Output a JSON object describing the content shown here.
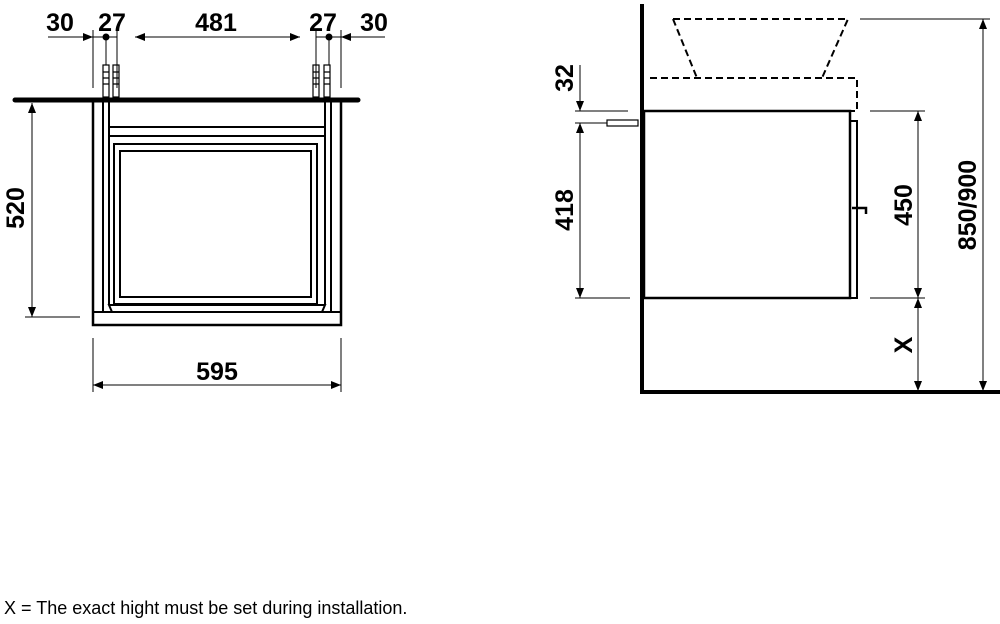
{
  "front_view": {
    "dims_top": [
      "30",
      "27",
      "481",
      "27",
      "30"
    ],
    "height": "520",
    "width": "595"
  },
  "side_view": {
    "top_offset": "32",
    "anchor_height": "418",
    "cabinet_height": "450",
    "floor_gap": "X",
    "total_height": "850/900"
  },
  "footnote": "X = The exact hight must be set during installation."
}
